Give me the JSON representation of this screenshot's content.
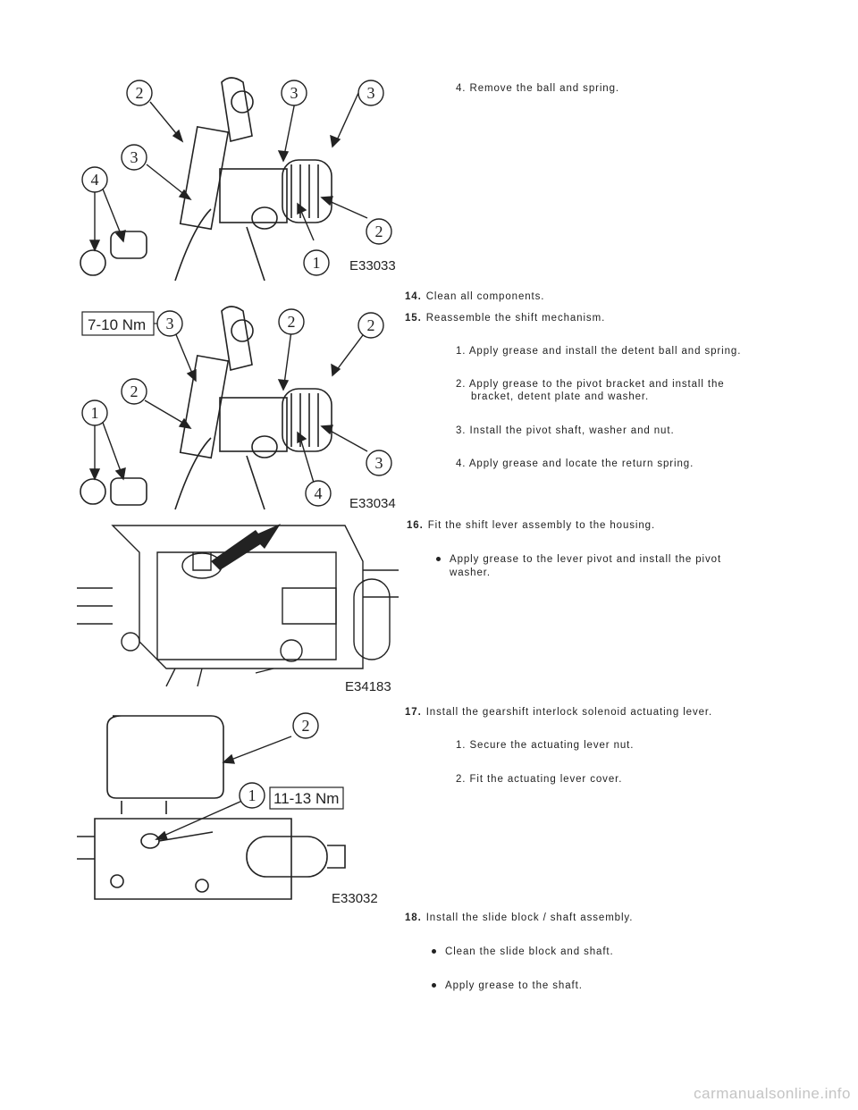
{
  "figures": [
    {
      "code": "E33033",
      "callouts": [
        "2",
        "3",
        "3",
        "3",
        "4",
        "2",
        "1"
      ]
    },
    {
      "code": "E33034",
      "torque": "7-10 Nm",
      "callouts": [
        "3",
        "2",
        "2",
        "2",
        "1",
        "3",
        "4"
      ]
    },
    {
      "code": "E34183"
    },
    {
      "code": "E33032",
      "torque": "11-13 Nm",
      "callouts": [
        "2",
        "1"
      ]
    }
  ],
  "steps": {
    "s13_sub4": "4. Remove the ball and spring.",
    "s14_num": "14.",
    "s14": "Clean all components.",
    "s15_num": "15.",
    "s15": "Reassemble the shift mechanism.",
    "s15_1": "1. Apply grease and install the detent ball and spring.",
    "s15_2a": "2. Apply grease to the pivot bracket and install the",
    "s15_2b": "bracket, detent plate and washer.",
    "s15_3": "3. Install the pivot shaft, washer and nut.",
    "s15_4": "4. Apply grease and locate the return spring.",
    "s16_num": "16.",
    "s16": "Fit the shift lever assembly to the housing.",
    "s16_b1a": "Apply grease to the lever pivot and install the pivot",
    "s16_b1b": "washer.",
    "s17_num": "17.",
    "s17": "Install the gearshift interlock solenoid actuating lever.",
    "s17_1": "1. Secure the actuating lever nut.",
    "s17_2": "2. Fit the actuating lever cover.",
    "s18_num": "18.",
    "s18": "Install the slide block / shaft assembly.",
    "s18_b1": "Clean the slide block and shaft.",
    "s18_b2": "Apply grease to the shaft."
  },
  "watermark": "carmanualsonline.info"
}
